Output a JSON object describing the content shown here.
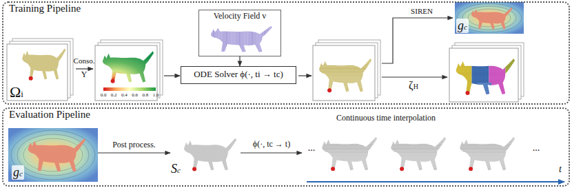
{
  "diagram": {
    "nodes": [
      {
        "text": [
          "Training Pipeline"
        ]
      },
      {
        "text": [
          "Ωi"
        ],
        "in": 0
      },
      {
        "text": [
          "Velocity Field v"
        ],
        "in": 0
      },
      {
        "text": [
          "ODE Solver ϕ(·, ti → tc)"
        ],
        "in": 0
      },
      {
        "text": [
          "gc"
        ],
        "in": 0
      },
      {
        "text": [
          "Evaluation Pipeline"
        ]
      },
      {
        "text": [
          "gc"
        ],
        "in": 5
      },
      {
        "text": [
          "Sc"
        ],
        "in": 5
      }
    ],
    "edges": [
      {
        "from": 2,
        "to": 3,
        "arrow": "to"
      },
      {
        "from": 6,
        "to": 7,
        "label": "Post process.",
        "arrow": "to"
      }
    ],
    "labels": [
      "Conso.",
      "Υ",
      "0.0",
      "0.2",
      "0.4",
      "0.6",
      "0.8",
      "1.0",
      "SIREN",
      "ζH",
      "ϕ(·, tc → t)",
      "Continuous time interpolation",
      "...",
      "...",
      "t"
    ]
  }
}
